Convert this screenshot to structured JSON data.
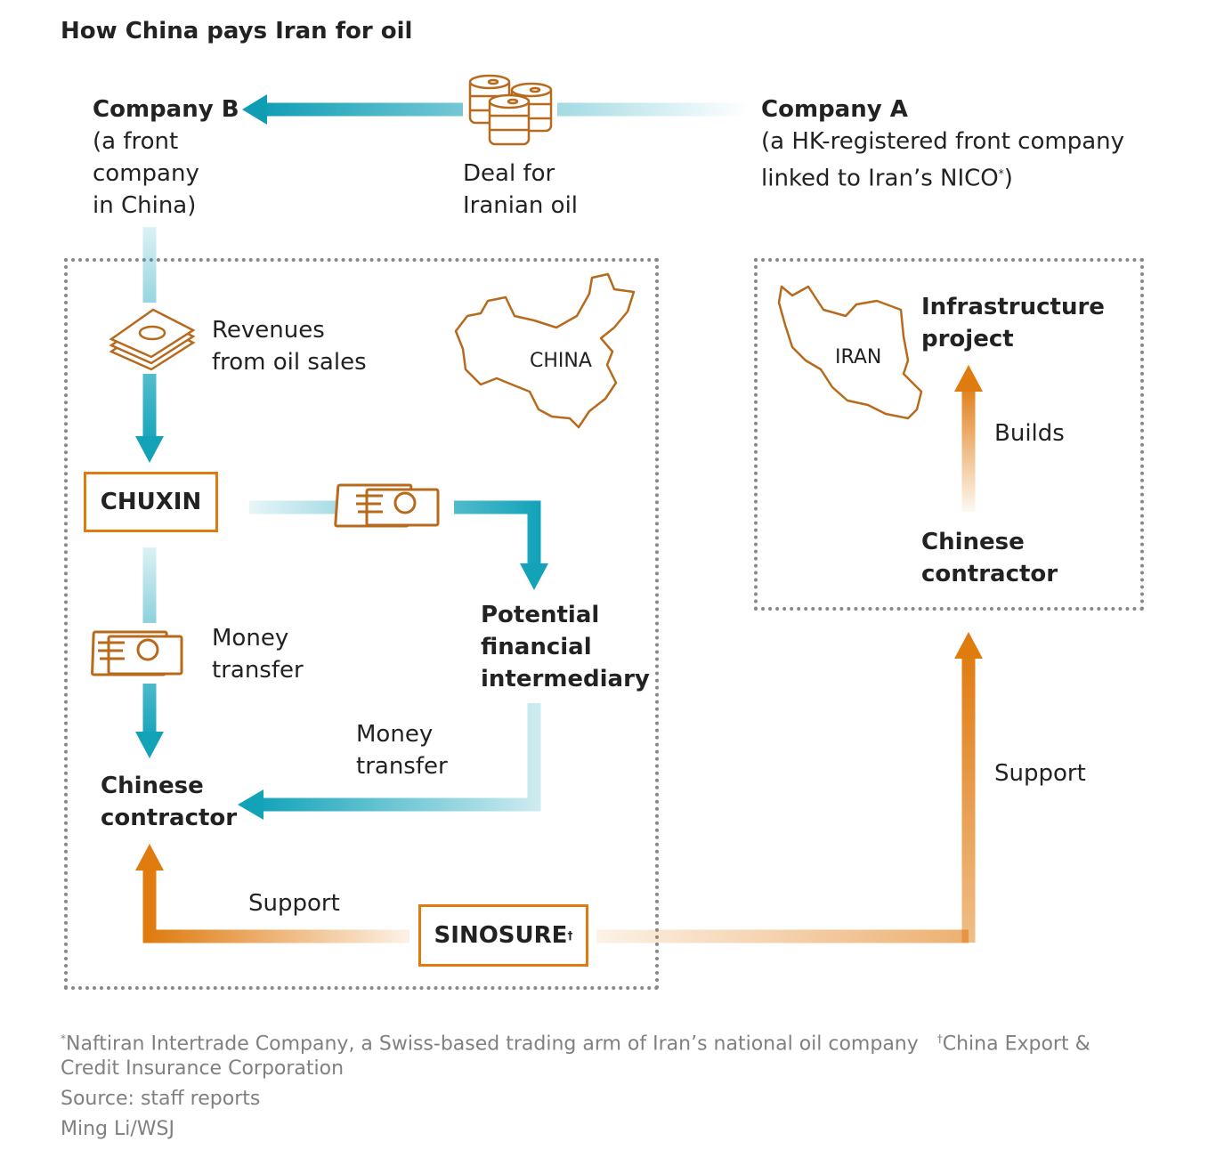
{
  "title": "How China pays Iran for oil",
  "company_b": {
    "name": "Company B",
    "desc": [
      "(a front",
      "company",
      "in China)"
    ]
  },
  "company_a": {
    "name": "Company A",
    "desc": [
      "(a HK-registered front company",
      "linked to Iran’s NICO"
    ],
    "mark": "*",
    "close": ")"
  },
  "deal": [
    "Deal for",
    "Iranian oil"
  ],
  "revenues": [
    "Revenues",
    "from oil sales"
  ],
  "china_map_label": "CHINA",
  "iran_map_label": "IRAN",
  "chuxin": "CHUXIN",
  "money_transfer_1": [
    "Money",
    "transfer"
  ],
  "money_transfer_2": [
    "Money",
    "transfer"
  ],
  "intermediary": [
    "Potential",
    "financial",
    "intermediary"
  ],
  "contractor_left": [
    "Chinese",
    "contractor"
  ],
  "contractor_right": [
    "Chinese",
    "contractor"
  ],
  "infrastructure": [
    "Infrastructure",
    "project"
  ],
  "builds": "Builds",
  "support_left": "Support",
  "support_right": "Support",
  "sinosure": "SINOSURE",
  "sinosure_mark": "†",
  "footnotes": {
    "nico_mark": "*",
    "nico": "Naftiran Intertrade Company, a Swiss-based trading arm of Iran’s national oil company",
    "sinosure_mark": "†",
    "sinosure_line1": "China Export &",
    "sinosure_line2": "Credit Insurance Corporation",
    "source": "Source: staff reports",
    "credit": "Ming Li/WSJ"
  },
  "colors": {
    "teal": "#13a3b9",
    "orange": "#e07b10",
    "icon": "#b86a1c"
  },
  "icons": [
    "oil-barrels-icon",
    "cash-stack-icon",
    "banknote-icon",
    "china-map",
    "iran-map"
  ]
}
